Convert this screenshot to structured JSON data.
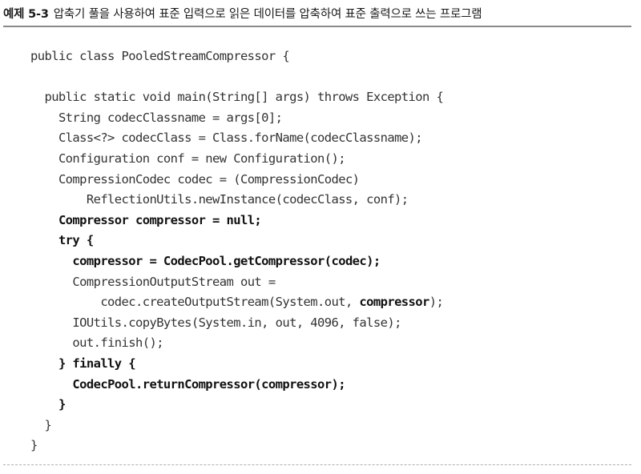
{
  "caption": {
    "label": "예제 5-3",
    "text": "압축기 풀을 사용하여 표준 입력으로 읽은 데이터를 압축하여 표준 출력으로 쓰는 프로그램"
  },
  "code_lines": [
    {
      "indent": "",
      "segments": [
        {
          "text": "public class PooledStreamCompressor {",
          "bold": false
        }
      ]
    },
    {
      "indent": "",
      "segments": []
    },
    {
      "indent": "  ",
      "segments": [
        {
          "text": "public static void main(String[] args) throws Exception {",
          "bold": false
        }
      ]
    },
    {
      "indent": "    ",
      "segments": [
        {
          "text": "String codecClassname = args[0];",
          "bold": false
        }
      ]
    },
    {
      "indent": "    ",
      "segments": [
        {
          "text": "Class<?> codecClass = Class.forName(codecClassname);",
          "bold": false
        }
      ]
    },
    {
      "indent": "    ",
      "segments": [
        {
          "text": "Configuration conf = new Configuration();",
          "bold": false
        }
      ]
    },
    {
      "indent": "    ",
      "segments": [
        {
          "text": "CompressionCodec codec = (CompressionCodec)",
          "bold": false
        }
      ]
    },
    {
      "indent": "        ",
      "segments": [
        {
          "text": "ReflectionUtils.newInstance(codecClass, conf);",
          "bold": false
        }
      ]
    },
    {
      "indent": "    ",
      "segments": [
        {
          "text": "Compressor compressor = null;",
          "bold": true
        }
      ]
    },
    {
      "indent": "    ",
      "segments": [
        {
          "text": "try {",
          "bold": true
        }
      ]
    },
    {
      "indent": "      ",
      "segments": [
        {
          "text": "compressor = CodecPool.getCompressor(codec);",
          "bold": true
        }
      ]
    },
    {
      "indent": "      ",
      "segments": [
        {
          "text": "CompressionOutputStream out =",
          "bold": false
        }
      ]
    },
    {
      "indent": "          ",
      "segments": [
        {
          "text": "codec.createOutputStream(System.out, ",
          "bold": false
        },
        {
          "text": "compressor",
          "bold": true
        },
        {
          "text": ");",
          "bold": false
        }
      ]
    },
    {
      "indent": "      ",
      "segments": [
        {
          "text": "IOUtils.copyBytes(System.in, out, 4096, false);",
          "bold": false
        }
      ]
    },
    {
      "indent": "      ",
      "segments": [
        {
          "text": "out.finish();",
          "bold": false
        }
      ]
    },
    {
      "indent": "    ",
      "segments": [
        {
          "text": "} finally {",
          "bold": true
        }
      ]
    },
    {
      "indent": "      ",
      "segments": [
        {
          "text": "CodecPool.returnCompressor(compressor);",
          "bold": true
        }
      ]
    },
    {
      "indent": "    ",
      "segments": [
        {
          "text": "}",
          "bold": true
        }
      ]
    },
    {
      "indent": "  ",
      "segments": [
        {
          "text": "}",
          "bold": false
        }
      ]
    },
    {
      "indent": "",
      "segments": [
        {
          "text": "}",
          "bold": false
        }
      ]
    }
  ]
}
